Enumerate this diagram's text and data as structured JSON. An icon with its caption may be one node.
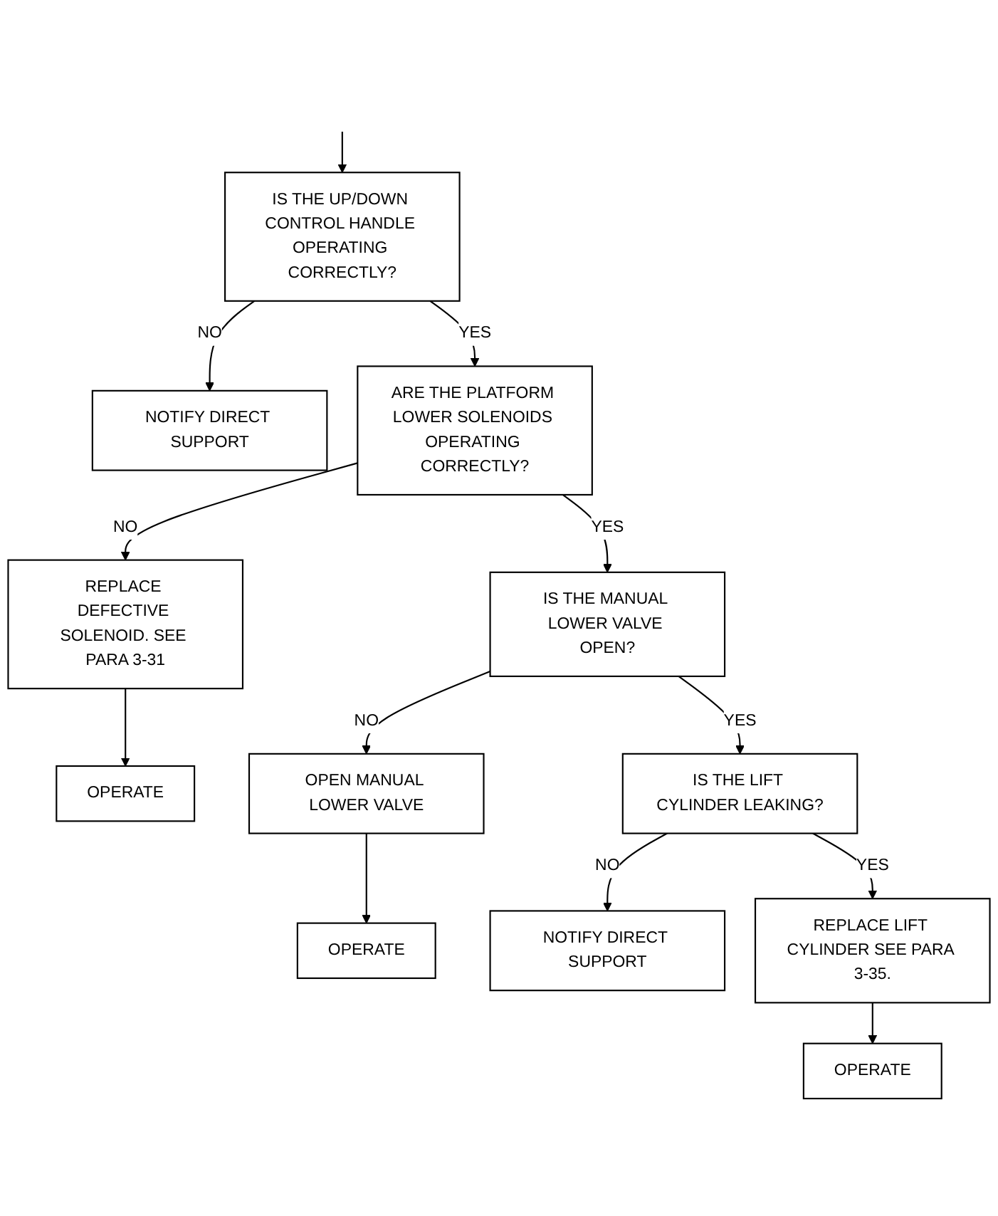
{
  "diagram": {
    "nodes": [
      {
        "text": [
          "IS THE UP/DOWN CONTROL HANDLE OPERATING CORRECTLY?"
        ]
      },
      {
        "text": [
          "NOTIFY DIRECT SUPPORT"
        ]
      },
      {
        "text": [
          "ARE THE PLATFORM LOWER SOLENOIDS OPERATING CORRECTLY?"
        ]
      },
      {
        "text": [
          "REPLACE DEFECTIVE SOLENOID. SEE PARA 3-31"
        ]
      },
      {
        "text": [
          "OPERATE"
        ]
      },
      {
        "text": [
          "IS THE MANUAL LOWER VALVE OPEN?"
        ]
      },
      {
        "text": [
          "OPEN MANUAL LOWER VALVE"
        ]
      },
      {
        "text": [
          "OPERATE"
        ]
      },
      {
        "text": [
          "IS THE LIFT CYLINDER LEAKING?"
        ]
      },
      {
        "text": [
          "NOTIFY DIRECT SUPPORT"
        ]
      },
      {
        "text": [
          "REPLACE LIFT CYLINDER SEE PARA 3-35."
        ]
      },
      {
        "text": [
          "OPERATE"
        ]
      }
    ],
    "edges": [
      {
        "from": null,
        "to": 0,
        "arrow": "to"
      },
      {
        "from": 0,
        "to": 1,
        "arrow": "to",
        "label": "NO"
      },
      {
        "from": 0,
        "to": 2,
        "arrow": "to",
        "label": "YES"
      },
      {
        "from": 2,
        "to": 3,
        "arrow": "to",
        "label": "NO"
      },
      {
        "from": 2,
        "to": 5,
        "arrow": "to",
        "label": "YES"
      },
      {
        "from": 3,
        "to": 4,
        "arrow": "to"
      },
      {
        "from": 5,
        "to": 6,
        "arrow": "to",
        "label": "NO"
      },
      {
        "from": 5,
        "to": 8,
        "arrow": "to",
        "label": "YES"
      },
      {
        "from": 6,
        "to": 7,
        "arrow": "to"
      },
      {
        "from": 8,
        "to": 9,
        "arrow": "to",
        "label": "NO"
      },
      {
        "from": 8,
        "to": 10,
        "arrow": "to",
        "label": "YES"
      },
      {
        "from": 10,
        "to": 11,
        "arrow": "to"
      }
    ]
  }
}
